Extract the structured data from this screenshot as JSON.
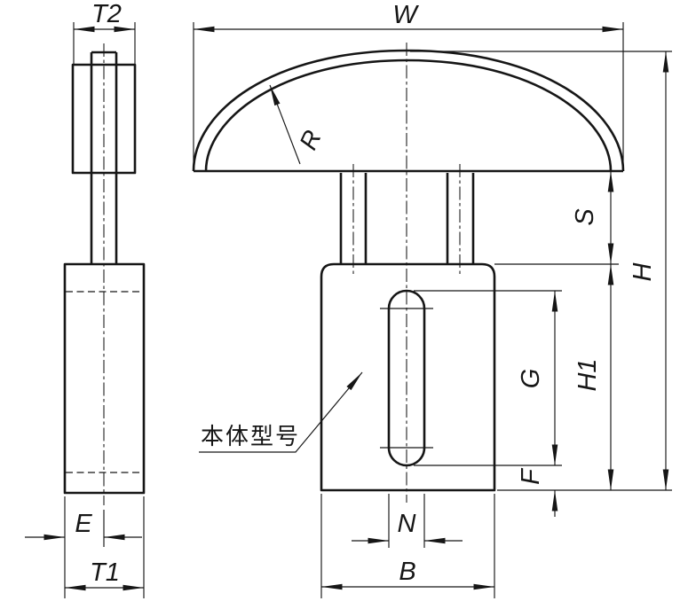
{
  "drawing": {
    "background_color": "#ffffff",
    "line_color": "#161616",
    "dimension_labels": {
      "t2": "T2",
      "e": "E",
      "t1": "T1",
      "w": "W",
      "r": "R",
      "s": "S",
      "h": "H",
      "h1": "H1",
      "g": "G",
      "f": "F",
      "n": "N",
      "b": "B"
    },
    "callout": {
      "body_model_label": "本体型号"
    }
  }
}
